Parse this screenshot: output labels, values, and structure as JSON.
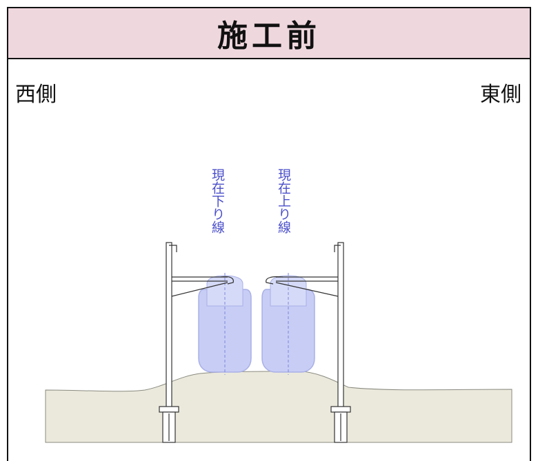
{
  "header": {
    "title": "施工前"
  },
  "labels": {
    "west": "西側",
    "east": "東側",
    "down_line": "現在下り線",
    "up_line": "現在上り線"
  },
  "colors": {
    "header_bg": "#efd7de",
    "ground": "#ebe9dc",
    "train": "#c7cdf5",
    "label_text": "#4b4fc9"
  }
}
